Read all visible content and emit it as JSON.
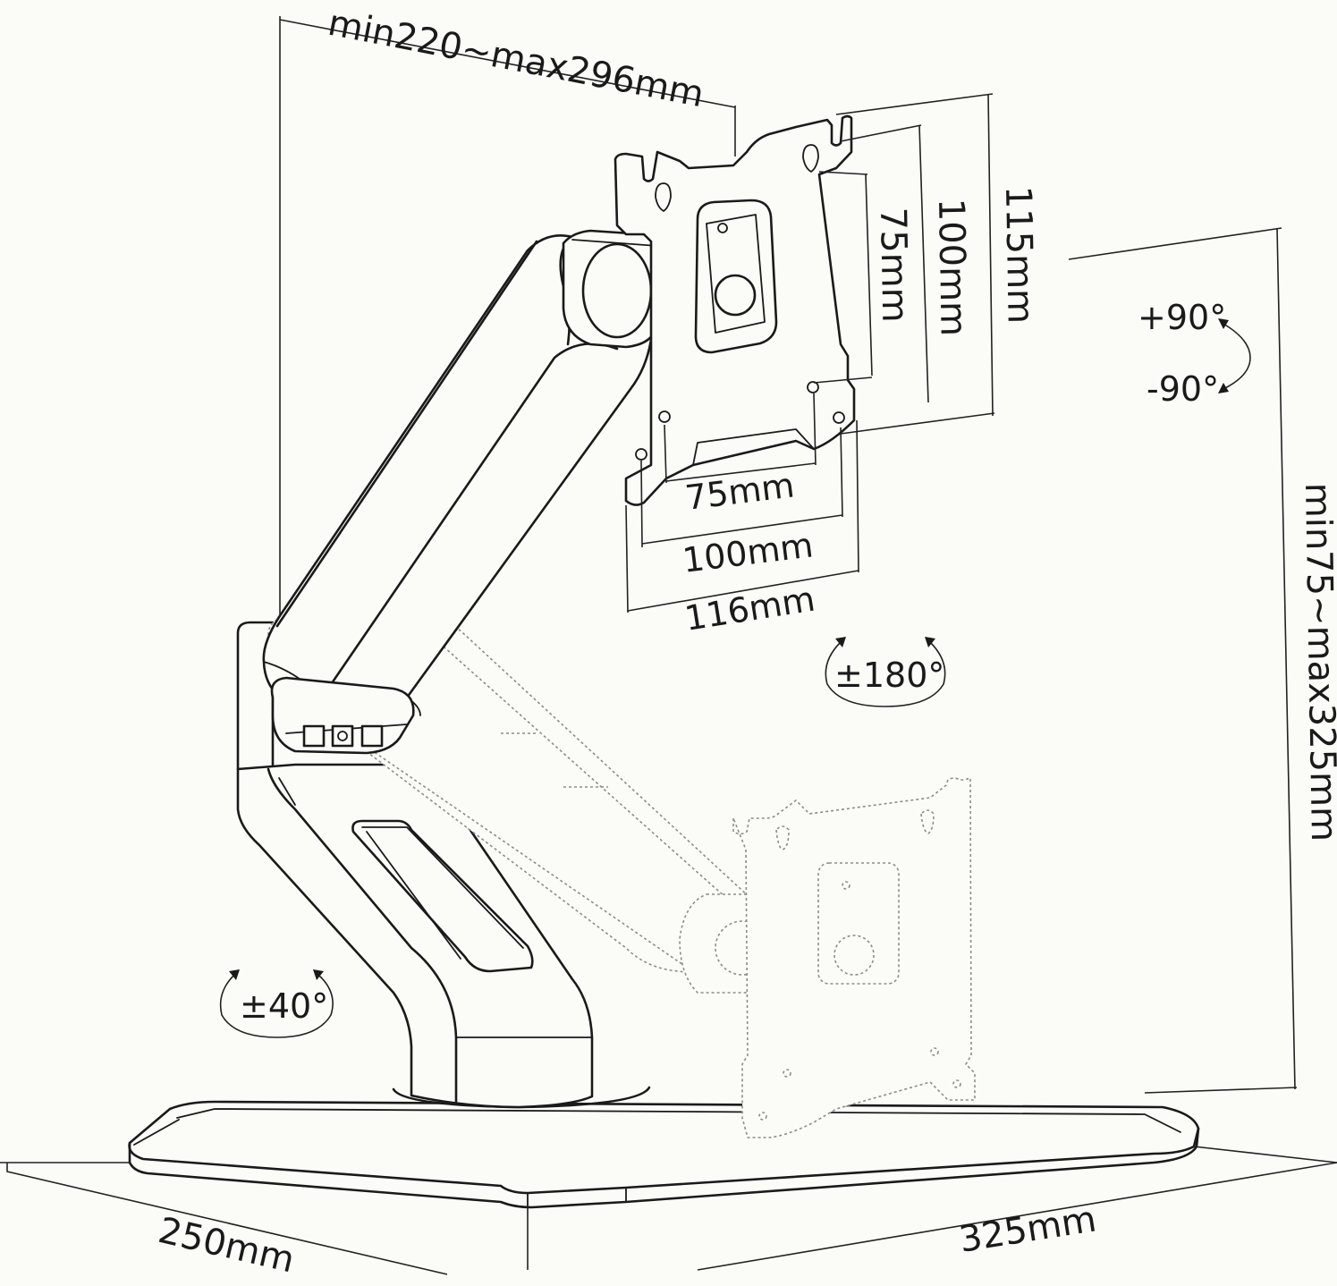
{
  "dimensions": {
    "arm_reach": "min220~max296mm",
    "plate_height_outer": "115mm",
    "plate_height_mid": "100mm",
    "plate_height_inner": "75mm",
    "plate_width_inner": "75mm",
    "plate_width_mid": "100mm",
    "plate_width_outer": "116mm",
    "height_range": "min75~max325mm",
    "base_depth": "250mm",
    "base_width": "325mm"
  },
  "rotations": {
    "tilt_up": "+90°",
    "tilt_down": "-90°",
    "swivel": "±180°",
    "base_swivel": "±40°"
  },
  "colors": {
    "line": "#1a1a1a",
    "ghost_line": "#8c8c8c",
    "background": "#fbfbf7"
  }
}
